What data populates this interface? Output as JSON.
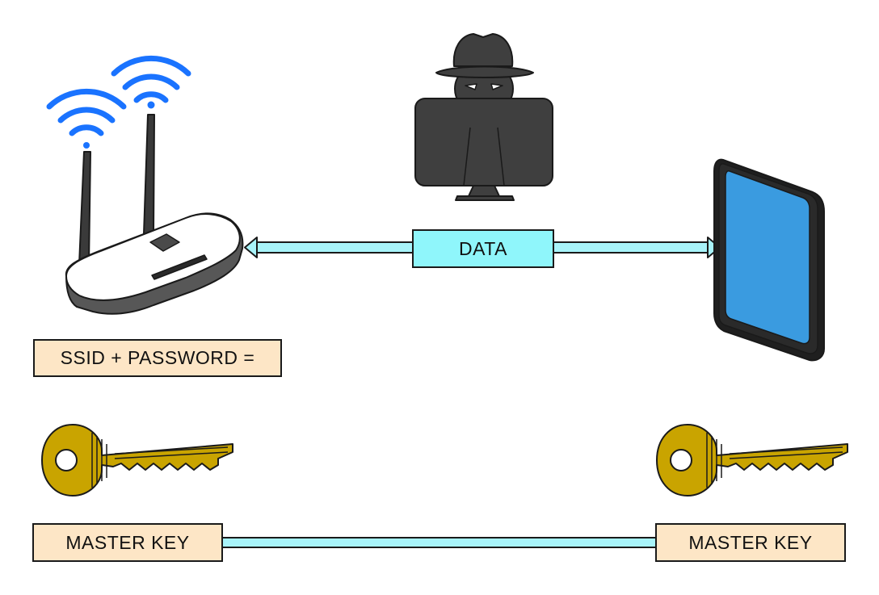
{
  "labels": {
    "data": "DATA",
    "ssid_password": "SSID + PASSWORD =",
    "master_key_left": "MASTER KEY",
    "master_key_right": "MASTER KEY"
  },
  "colors": {
    "wifi": "#1a73ff",
    "channel": "#8ff6fb",
    "label_fill": "#fde6c6",
    "key": "#c9a400",
    "tablet_screen": "#3a9be0",
    "hacker": "#3a3a3a",
    "outline": "#1a1a1a"
  },
  "icons": [
    "router-icon",
    "wifi-icon",
    "hacker-icon",
    "tablet-icon",
    "key-icon"
  ]
}
